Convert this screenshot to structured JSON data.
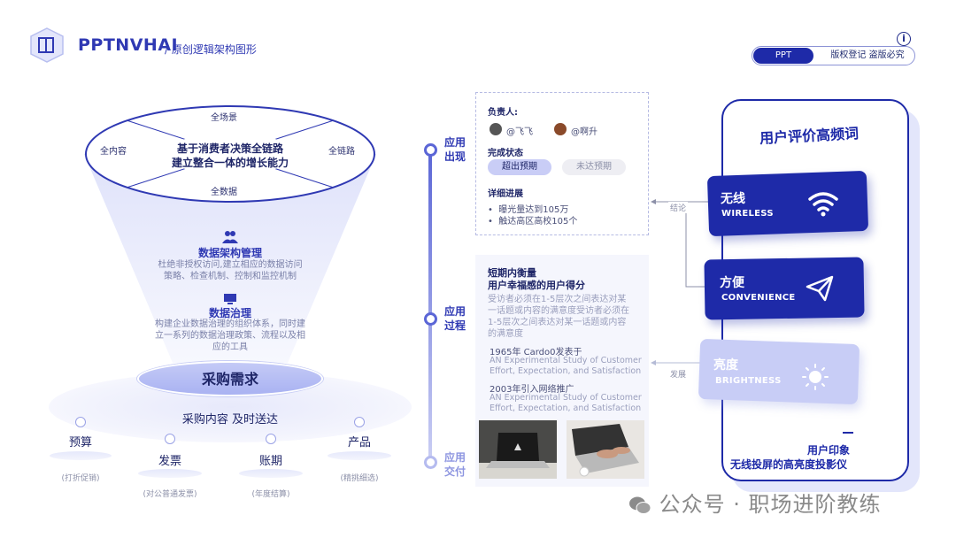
{
  "header": {
    "brand": "PPTNVHAI",
    "subtitle": "/ 原创逻辑架构图形",
    "pill_left": "PPT",
    "pill_right": "版权登记 盗版必究",
    "info_icon": "i"
  },
  "funnel": {
    "top_cells": {
      "top": "全场景",
      "left": "全内容",
      "right": "全链路",
      "bottom": "全数据"
    },
    "center_line1": "基于消费者决策全链路",
    "center_line2": "建立整合一体的增长能力",
    "section1_title": "数据架构管理",
    "section1_desc1": "杜绝非授权访问,建立相应的数据访问",
    "section1_desc2": "策略、检查机制、控制和监控机制",
    "section2_title": "数据治理",
    "section2_desc1": "构建企业数据治理的组织体系，同时建",
    "section2_desc2": "立一系列的数据治理政策、流程以及相",
    "section2_desc3": "应的工具",
    "center_pill": "采购需求",
    "base_label": "采购内容 及时送达",
    "items": [
      {
        "label": "预算",
        "sub": "(打折促销)"
      },
      {
        "label": "发票",
        "sub": "(对公普通发票)"
      },
      {
        "label": "账期",
        "sub": "(年度结算)"
      },
      {
        "label": "产品",
        "sub": "(精挑细选)"
      }
    ]
  },
  "timeline": {
    "nodes": [
      {
        "line1": "应用",
        "line2": "出现"
      },
      {
        "line1": "应用",
        "line2": "过程"
      },
      {
        "line1": "应用",
        "line2": "交付"
      }
    ]
  },
  "box1": {
    "owner_title": "负责人:",
    "owner1": "@飞飞",
    "owner2": "@啊升",
    "status_title": "完成状态",
    "tag_active": "超出预期",
    "tag_inactive": "未达预期",
    "progress_title": "详细进展",
    "progress1": "曝光量达到105万",
    "progress2": "触达高区高校105个"
  },
  "box2": {
    "title1": "短期内衡量",
    "title2": "用户幸福感的用户得分",
    "grey1": "受访者必须在1-5层次之间表达对某",
    "grey2": "一话题或内容的满意度受访者必须在",
    "grey3": "1-5层次之间表达对某一话题或内容",
    "grey4": "的满意度",
    "ref1_line1": "1965年 Cardo0发表于",
    "ref1_line2": "AN Experimental Study of Customer",
    "ref1_line3": "Effort, Expectation, and Satisfaction",
    "ref2_line1": "2003年引入网络推广",
    "ref2_line2": "AN Experimental Study of Customer",
    "ref2_line3": "Effort, Expectation, and Satisfaction"
  },
  "phone": {
    "title": "用户评价高频词",
    "cards": [
      {
        "cn": "无线",
        "en": "WIRELESS",
        "icon": "wifi-icon"
      },
      {
        "cn": "方便",
        "en": "CONVENIENCE",
        "icon": "paper-plane-icon"
      },
      {
        "cn": "亮度",
        "en": "BRIGHTNESS",
        "icon": "sun-icon"
      }
    ],
    "connector1": "结论",
    "connector2": "发展",
    "impression1": "用户印象",
    "impression2": "无线投屏的高亮度投影仪"
  },
  "watermark": "公众号 · 职场进阶教练",
  "colors": {
    "primary": "#1e2aa8",
    "accent": "#2f39b3",
    "light": "#c4caf6",
    "faded_card": "#c8cdf6"
  }
}
